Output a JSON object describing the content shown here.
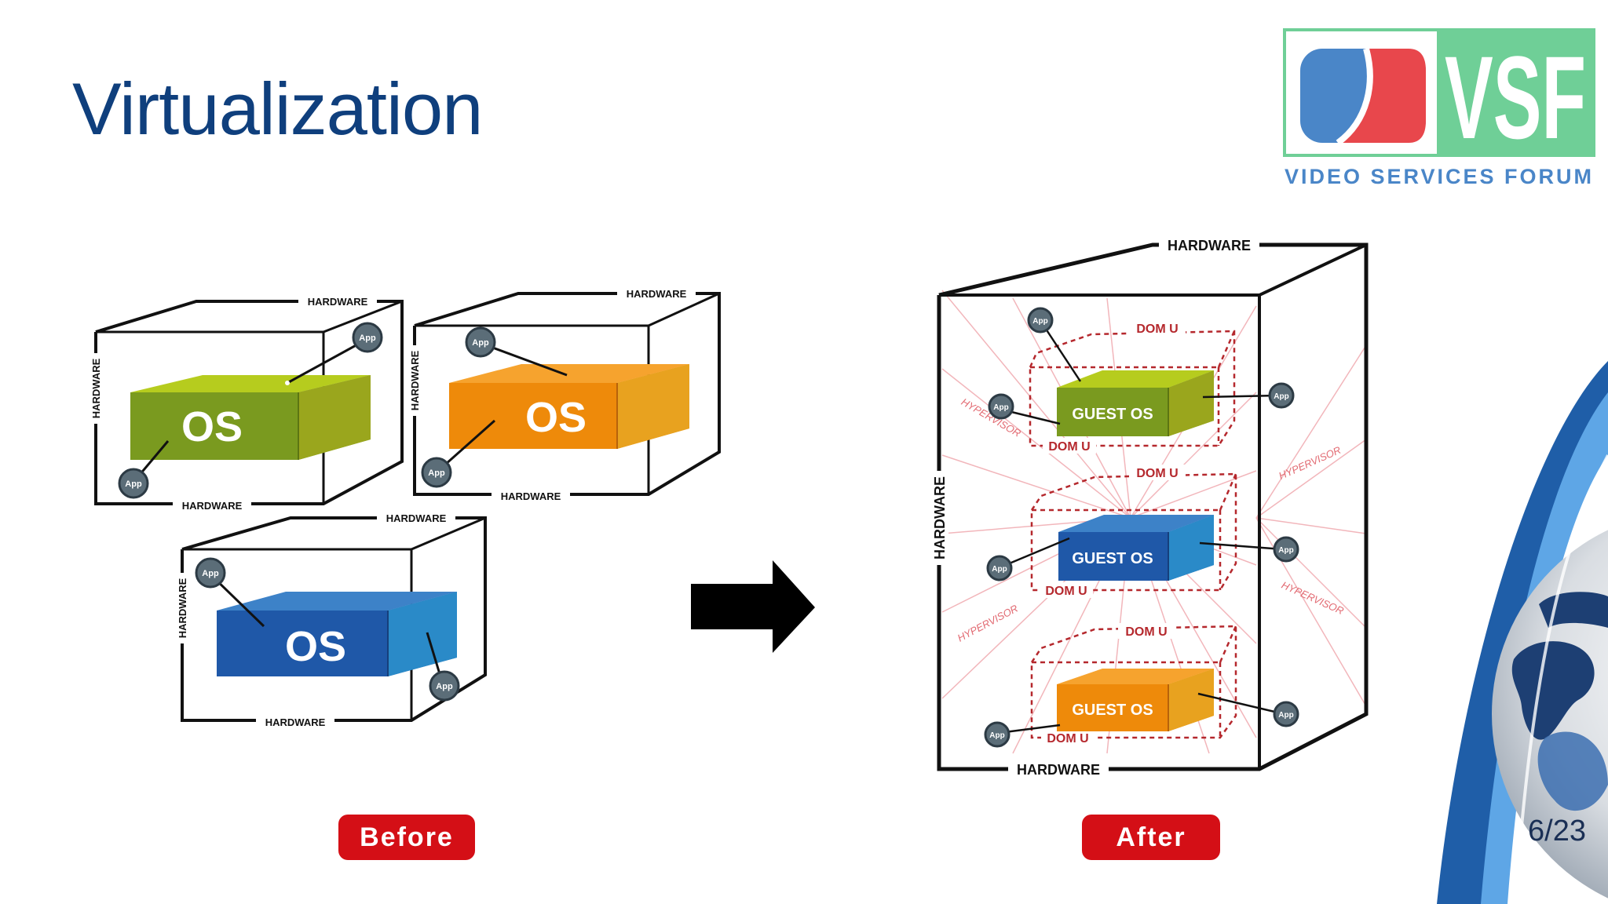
{
  "slide": {
    "title": "Virtualization",
    "page": "6/23"
  },
  "logo": {
    "text": "VSF",
    "caption": "VIDEO SERVICES FORUM",
    "colors": {
      "frame": "#6fcf97",
      "blue": "#4a86c8",
      "red": "#e8474c",
      "green": "#6fcf97"
    }
  },
  "labels": {
    "hardware": "HARDWARE",
    "os": "OS",
    "app": "App",
    "guest_os": "GUEST OS",
    "dom_u": "DOM U",
    "hypervisor": "HYPERVISOR",
    "before": "Before",
    "after": "After"
  },
  "colors": {
    "green": "#7a9a1f",
    "orange": "#ee8a0a",
    "blue": "#1f58a8",
    "pill": "#d40f16",
    "dom_u": "#b5282d",
    "arrow": "#000000"
  }
}
